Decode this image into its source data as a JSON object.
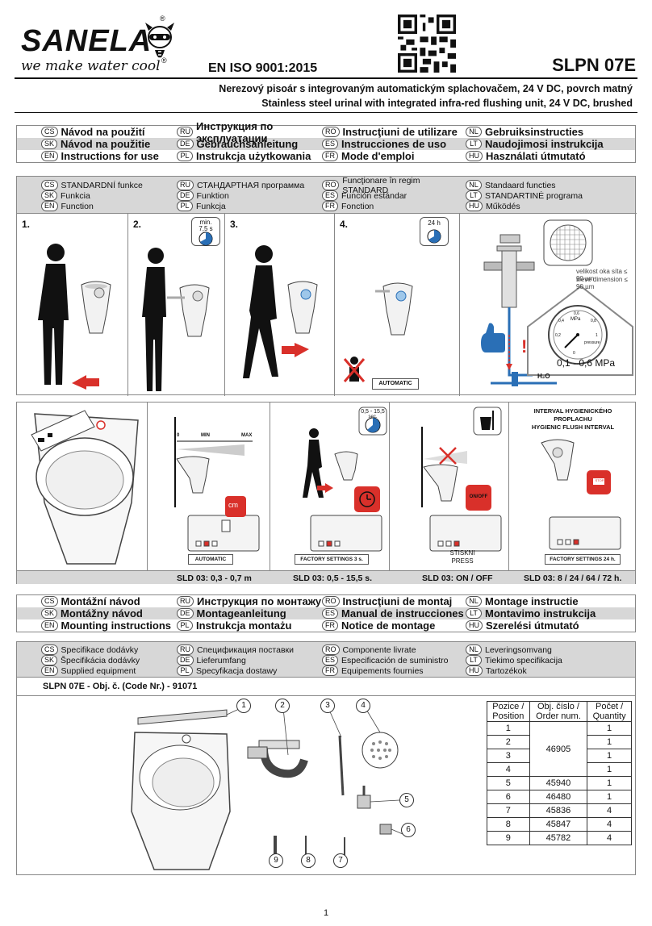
{
  "header": {
    "brand": "SANELA",
    "slogan": "we make water cool",
    "iso": "EN ISO 9001:2015",
    "model": "SLPN 07E",
    "desc_cs": "Nerezový pisoár s integrovaným automatickým splachovačem, 24 V DC, povrch matný",
    "desc_en": "Stainless steel urinal with integrated infra-red flushing unit, 24 V DC, brushed"
  },
  "manual_langs": [
    [
      {
        "code": "CS",
        "text": "Návod na použití"
      },
      {
        "code": "RU",
        "text": "Инструкция по эксплуатации"
      },
      {
        "code": "RO",
        "text": "Instrucţiuni de utilizare"
      },
      {
        "code": "NL",
        "text": "Gebruiksinstructies"
      }
    ],
    [
      {
        "code": "SK",
        "text": "Návod na použitie"
      },
      {
        "code": "DE",
        "text": "Gebrauchsanleitung"
      },
      {
        "code": "ES",
        "text": "Instrucciones de uso"
      },
      {
        "code": "LT",
        "text": "Naudojimosi instrukcija"
      }
    ],
    [
      {
        "code": "EN",
        "text": "Instructions for use"
      },
      {
        "code": "PL",
        "text": "Instrukcja użytkowania"
      },
      {
        "code": "FR",
        "text": "Mode d'emploi"
      },
      {
        "code": "HU",
        "text": "Használati útmutató"
      }
    ]
  ],
  "function_langs": [
    [
      {
        "code": "CS",
        "text": "STANDARDNÍ funkce"
      },
      {
        "code": "RU",
        "text": "СТАНДАРТНАЯ программа"
      },
      {
        "code": "RO",
        "text": "Funcţionare în regim STANDARD"
      },
      {
        "code": "NL",
        "text": "Standaard functies"
      }
    ],
    [
      {
        "code": "SK",
        "text": "Funkcia"
      },
      {
        "code": "DE",
        "text": "Funktion"
      },
      {
        "code": "ES",
        "text": "Función estándar"
      },
      {
        "code": "LT",
        "text": "STANDARTINĖ programa"
      }
    ],
    [
      {
        "code": "EN",
        "text": "Function"
      },
      {
        "code": "PL",
        "text": "Funkcja"
      },
      {
        "code": "FR",
        "text": "Fonction"
      },
      {
        "code": "HU",
        "text": "Működés"
      }
    ]
  ],
  "steps": {
    "n1": "1.",
    "n2": "2.",
    "n3": "3.",
    "n4": "4.",
    "timer2_a": "min.",
    "timer2_b": "7,5 s",
    "timer4": "24 h",
    "automatic": "AUTOMATIC"
  },
  "filter": {
    "sieve1": "velikost oka síta ≤ 90 µm",
    "sieve2": "sieve dimension ≤ 90 µm",
    "gauge_unit": "MPa",
    "gauge_label": "pressure",
    "gauge_ticks": [
      "0",
      "0,2",
      "0,4",
      "0,6",
      "0,8",
      "1"
    ],
    "pressure": "0,1 - 0,6 MPa",
    "water": "H₂O",
    "warning": "!"
  },
  "settings": {
    "range_0": "0",
    "range_min": "MIN",
    "range_max": "MAX",
    "cm": "cm",
    "timer_a": "0,5 - 15,5",
    "timer_b": "sec.",
    "onoff": "ON/OFF",
    "press1": "STISKNI",
    "press2": "PRESS",
    "interval_title1": "INTERVAL HYGIENICKÉHO",
    "interval_title2": "PROPLACHU",
    "interval_title3": "HYGIENIC FLUSH INTERVAL",
    "stop": "STOP",
    "label_automatic": "AUTOMATIC",
    "label_factory3": "FACTORY SETTINGS 3 s.",
    "label_factory24": "FACTORY SETTINGS 24 h.",
    "sld1": "SLD 03: 0,3 - 0,7 m",
    "sld2": "SLD 03: 0,5 - 15,5 s.",
    "sld3": "SLD 03: ON / OFF",
    "sld4": "SLD 03: 8 / 24 / 64 / 72 h."
  },
  "mount_langs": [
    [
      {
        "code": "CS",
        "text": "Montážní návod"
      },
      {
        "code": "RU",
        "text": "Инструкция по монтажу"
      },
      {
        "code": "RO",
        "text": "Instrucţiuni de montaj"
      },
      {
        "code": "NL",
        "text": "Montage instructie"
      }
    ],
    [
      {
        "code": "SK",
        "text": "Montážny návod"
      },
      {
        "code": "DE",
        "text": "Montageanleitung"
      },
      {
        "code": "ES",
        "text": "Manual de instrucciones"
      },
      {
        "code": "LT",
        "text": "Montavimo instrukcija"
      }
    ],
    [
      {
        "code": "EN",
        "text": "Mounting instructions"
      },
      {
        "code": "PL",
        "text": "Instrukcja montażu"
      },
      {
        "code": "FR",
        "text": "Notice de montage"
      },
      {
        "code": "HU",
        "text": "Szerelési útmutató"
      }
    ]
  ],
  "supply_langs": [
    [
      {
        "code": "CS",
        "text": "Specifikace dodávky"
      },
      {
        "code": "RU",
        "text": "Спецификация поставки"
      },
      {
        "code": "RO",
        "text": "Componente livrate"
      },
      {
        "code": "NL",
        "text": "Leveringsomvang"
      }
    ],
    [
      {
        "code": "SK",
        "text": "Špecifikácia dodávky"
      },
      {
        "code": "DE",
        "text": "Lieferumfang"
      },
      {
        "code": "ES",
        "text": "Especificación de suministro"
      },
      {
        "code": "LT",
        "text": "Tiekimo specifikacija"
      }
    ],
    [
      {
        "code": "EN",
        "text": "Supplied equipment"
      },
      {
        "code": "PL",
        "text": "Specyfikacja dostawy"
      },
      {
        "code": "FR",
        "text": "Equipements fournies"
      },
      {
        "code": "HU",
        "text": "Tartozékok"
      }
    ]
  ],
  "code_line": "SLPN 07E - Obj. č. (Code Nr.) - 91071",
  "parts_table": {
    "headers": [
      [
        "Pozice /",
        "Position"
      ],
      [
        "Obj. číslo /",
        "Order num."
      ],
      [
        "Počet /",
        "Quantity"
      ]
    ],
    "rows": [
      [
        "1",
        "",
        "1"
      ],
      [
        "2",
        "46905",
        "1"
      ],
      [
        "3",
        "",
        "1"
      ],
      [
        "4",
        "",
        "1"
      ],
      [
        "5",
        "45940",
        "1"
      ],
      [
        "6",
        "46480",
        "1"
      ],
      [
        "7",
        "45836",
        "4"
      ],
      [
        "8",
        "45847",
        "4"
      ],
      [
        "9",
        "45782",
        "4"
      ]
    ]
  },
  "callouts": [
    "1",
    "2",
    "3",
    "4",
    "5",
    "6",
    "9",
    "8",
    "7"
  ],
  "page_number": "1",
  "colors": {
    "accent_red": "#d9302a",
    "gray_bar": "#d7d7d7",
    "blue": "#2a6fb6"
  }
}
